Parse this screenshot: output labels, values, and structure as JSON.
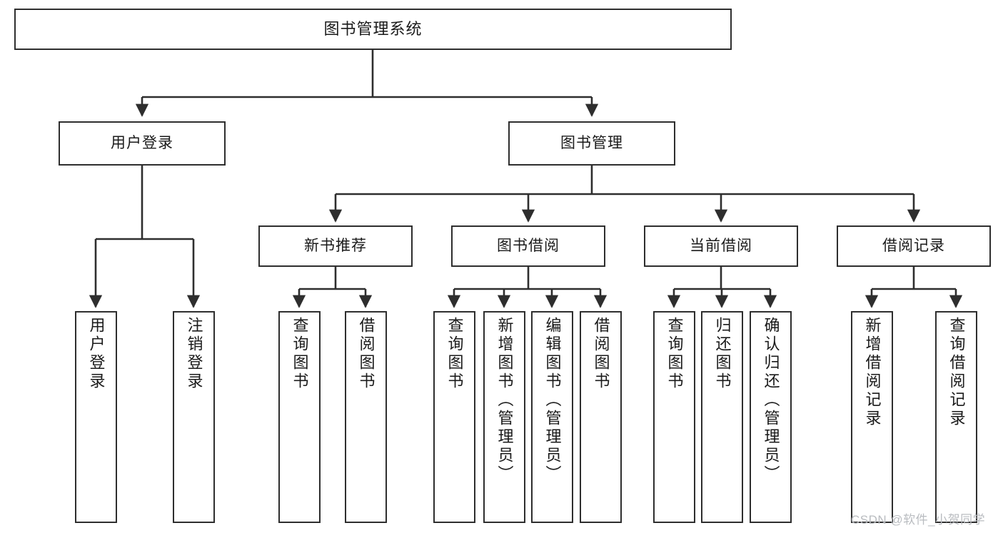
{
  "diagram": {
    "type": "tree",
    "title": "图书管理系统",
    "root": {
      "id": "root",
      "label": "图书管理系统"
    },
    "level2": [
      {
        "id": "user-login",
        "label": "用户登录"
      },
      {
        "id": "book-manage",
        "label": "图书管理"
      }
    ],
    "level3": [
      {
        "id": "new-book-rec",
        "label": "新书推荐",
        "parent": "book-manage"
      },
      {
        "id": "book-borrow",
        "label": "图书借阅",
        "parent": "book-manage"
      },
      {
        "id": "current-borrow",
        "label": "当前借阅",
        "parent": "book-manage"
      },
      {
        "id": "borrow-record",
        "label": "借阅记录",
        "parent": "book-manage"
      }
    ],
    "leaves": [
      {
        "id": "leaf-user-login",
        "label": "用户登录",
        "parent": "user-login"
      },
      {
        "id": "leaf-logout-login",
        "label": "注销登录",
        "parent": "user-login"
      },
      {
        "id": "leaf-query-book-1",
        "label": "查询图书",
        "parent": "new-book-rec"
      },
      {
        "id": "leaf-borrow-book-1",
        "label": "借阅图书",
        "parent": "new-book-rec"
      },
      {
        "id": "leaf-query-book-2",
        "label": "查询图书",
        "parent": "book-borrow"
      },
      {
        "id": "leaf-add-book",
        "label": "新增图书（管理员）",
        "parent": "book-borrow"
      },
      {
        "id": "leaf-edit-book",
        "label": "编辑图书（管理员）",
        "parent": "book-borrow"
      },
      {
        "id": "leaf-borrow-book-2",
        "label": "借阅图书",
        "parent": "book-borrow"
      },
      {
        "id": "leaf-query-book-3",
        "label": "查询图书",
        "parent": "current-borrow"
      },
      {
        "id": "leaf-return-book",
        "label": "归还图书",
        "parent": "current-borrow"
      },
      {
        "id": "leaf-confirm-return",
        "label": "确认归还（管理员）",
        "parent": "current-borrow"
      },
      {
        "id": "leaf-add-record",
        "label": "新增借阅记录",
        "parent": "borrow-record"
      },
      {
        "id": "leaf-query-record",
        "label": "查询借阅记录",
        "parent": "borrow-record"
      }
    ],
    "colors": {
      "stroke": "#2e2e2e",
      "fill": "#ffffff",
      "text": "#1a1a1a",
      "watermark": "#b9bcc0"
    }
  },
  "watermark": {
    "text": "CSDN @软件_小贺同学"
  }
}
